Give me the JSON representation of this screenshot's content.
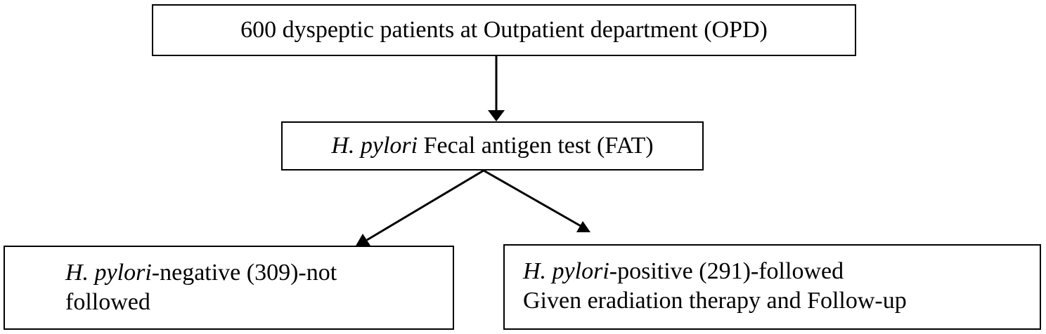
{
  "diagram": {
    "top_box": {
      "text": "600 dyspeptic patients at Outpatient department (OPD)"
    },
    "middle_box": {
      "italic": "H. pylori",
      "text": " Fecal antigen test (FAT)"
    },
    "left_box": {
      "line1_italic": "H. pylori",
      "line1_text": "-negative (309)-not",
      "line2": "followed"
    },
    "right_box": {
      "line1_italic": "H. pylori",
      "line1_text": "-positive (291)-followed",
      "line2": "Given eradiation therapy and Follow-up"
    },
    "colors": {
      "stroke": "#000000",
      "background": "#ffffff"
    }
  }
}
